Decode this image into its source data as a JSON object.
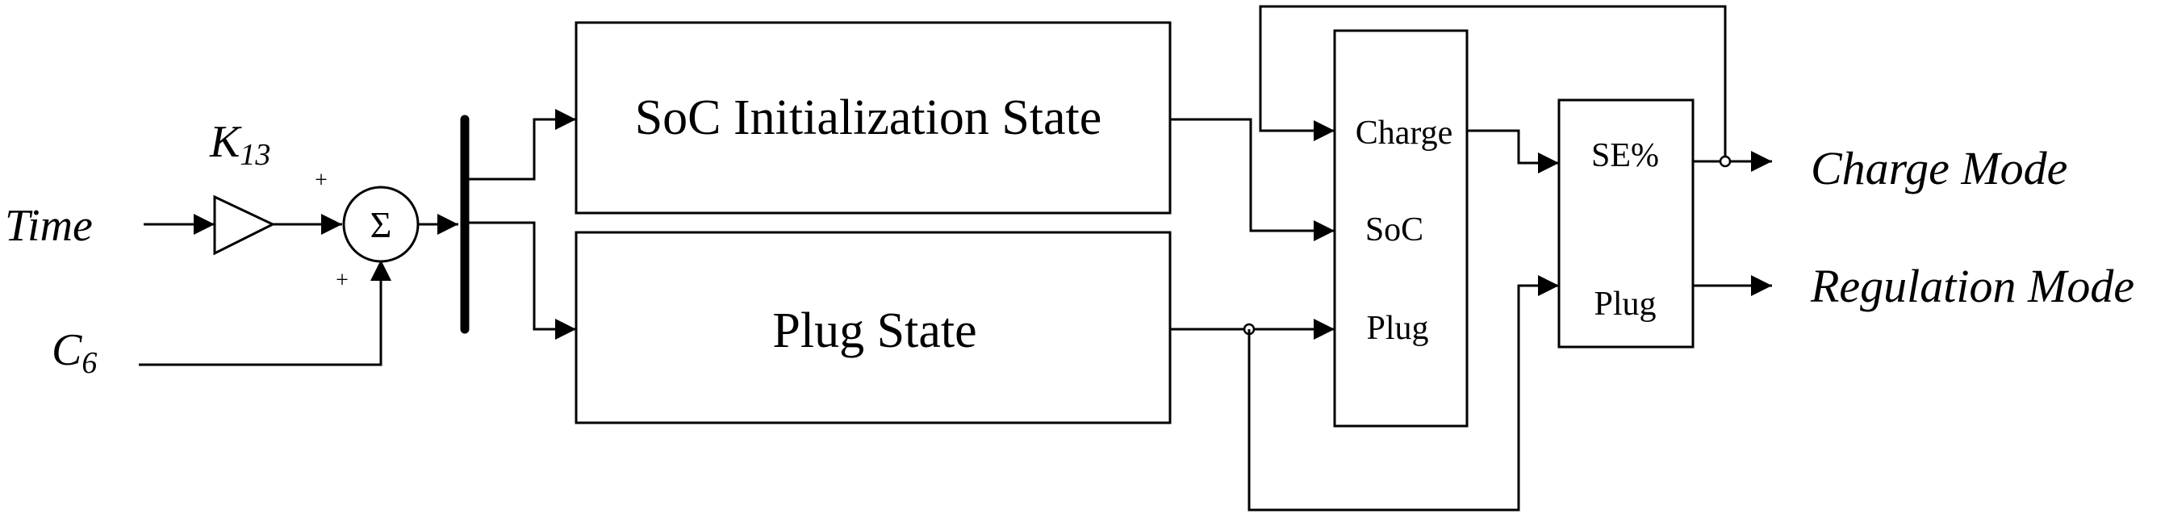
{
  "inputs": {
    "time": "Time",
    "c6_main": "C",
    "c6_sub": "6"
  },
  "gain": {
    "label_main": "K",
    "label_sub": "13"
  },
  "sum": {
    "symbol": "Σ",
    "plus_top": "+",
    "plus_bottom": "+"
  },
  "blocks": {
    "soc_init": "SoC Initialization State",
    "plug_state": "Plug State"
  },
  "middle_block": {
    "charge": "Charge",
    "soc": "SoC",
    "plug": "Plug"
  },
  "right_block": {
    "se": "SE%",
    "plug": "Plug"
  },
  "outputs": {
    "charge_mode": "Charge Mode",
    "regulation_mode": "Regulation Mode"
  }
}
